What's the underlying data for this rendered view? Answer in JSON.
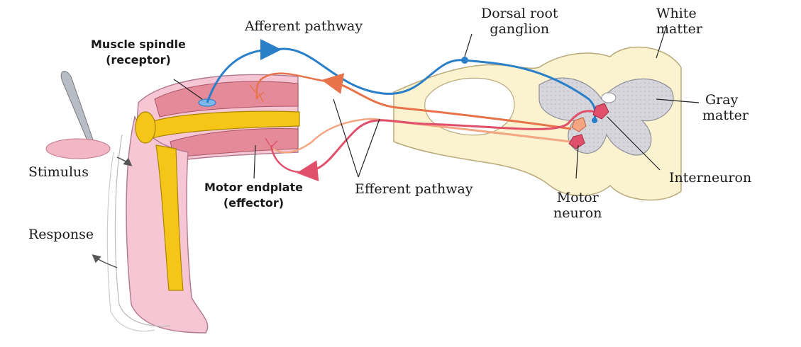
{
  "labels": {
    "muscle_spindle": "Muscle spindle",
    "receptor": "(receptor)",
    "afferent_pathway": "Afferent pathway",
    "dorsal_root": "Dorsal root",
    "ganglion": "ganglion",
    "white": "White",
    "matter_white": "matter",
    "gray": "Gray",
    "matter_gray": "matter",
    "stimulus": "Stimulus",
    "interneuron": "Interneuron",
    "motor_endplate": "Motor endplate",
    "effector": "(effector)",
    "efferent_pathway": "Efferent pathway",
    "motor": "Motor",
    "neuron": "neuron",
    "response": "Response"
  },
  "colors": {
    "afferent": "#2a7fc9",
    "efferent_motor": "#e8734a",
    "efferent_light": "#f4a582",
    "effector_path": "#e0506a",
    "cord_fill": "#fbf3d0",
    "gray_matter": "#d4d4da",
    "leg_skin": "#f7c6d4",
    "bone": "#f5c518",
    "muscle": "#d8606e"
  }
}
